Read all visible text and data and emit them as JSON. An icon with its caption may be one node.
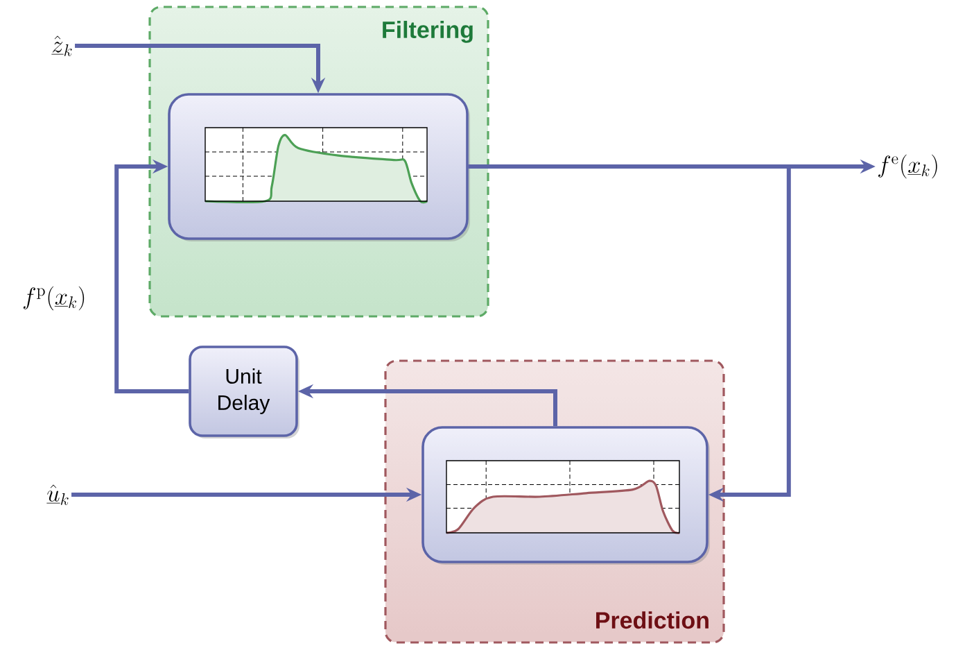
{
  "diagram": {
    "nodes": [
      {
        "text": [
          "Filtering"
        ]
      },
      {
        "text": [],
        "shape": "box",
        "in": 0
      },
      {
        "text": [
          "Prediction"
        ]
      },
      {
        "text": [],
        "shape": "box",
        "in": 2
      },
      {
        "text": [
          "Unit Delay"
        ]
      },
      {
        "text": [
          "\\hat{\\underline{z}}_k"
        ]
      },
      {
        "text": [
          "f^{\\mathrm{e}}(\\underline{x}_k)"
        ]
      },
      {
        "text": [
          "\\hat{\\underline{u}}_k"
        ]
      }
    ],
    "edges": [
      {
        "from": 5,
        "to": 1,
        "arrow": "to"
      },
      {
        "from": 1,
        "to": 6,
        "arrow": "to"
      },
      {
        "from": 1,
        "to": 3,
        "arrow": "to"
      },
      {
        "from": 3,
        "to": 4,
        "arrow": "to"
      },
      {
        "from": 4,
        "to": 1,
        "arrow": "to",
        "label": "f^{\\mathrm{p}}(\\underline{x}_k)"
      },
      {
        "from": 7,
        "to": 3,
        "arrow": "to"
      }
    ]
  }
}
